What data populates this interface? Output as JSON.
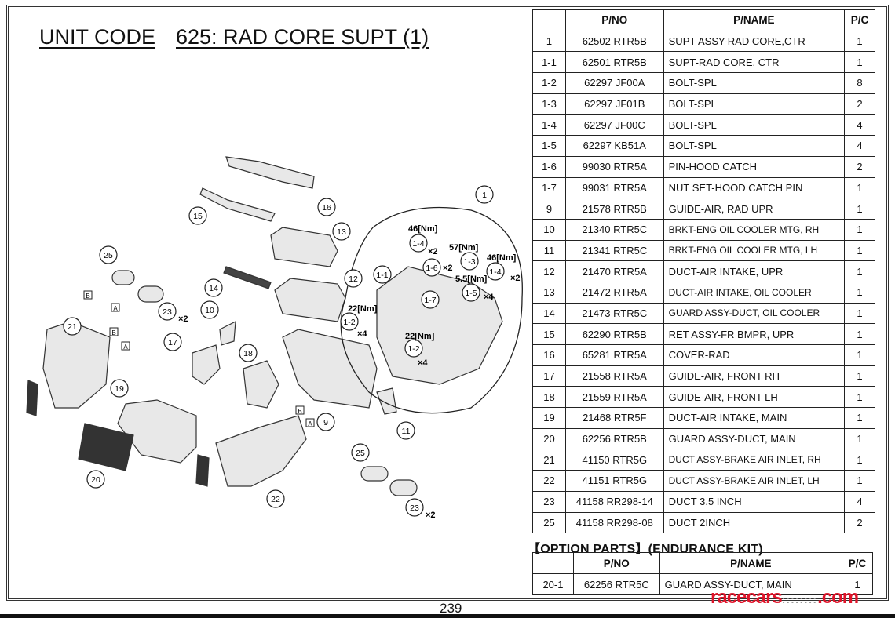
{
  "header": {
    "unit_code_label": "UNIT CODE",
    "unit_title": "625: RAD CORE SUPT (1)"
  },
  "table": {
    "columns": [
      "",
      "P/NO",
      "P/NAME",
      "P/C"
    ],
    "rows": [
      [
        "1",
        "62502 RTR5B",
        "SUPT ASSY-RAD CORE,CTR",
        "1"
      ],
      [
        "1-1",
        "62501 RTR5B",
        "SUPT-RAD CORE, CTR",
        "1"
      ],
      [
        "1-2",
        "62297 JF00A",
        "BOLT-SPL",
        "8"
      ],
      [
        "1-3",
        "62297 JF01B",
        "BOLT-SPL",
        "2"
      ],
      [
        "1-4",
        "62297 JF00C",
        "BOLT-SPL",
        "4"
      ],
      [
        "1-5",
        "62297 KB51A",
        "BOLT-SPL",
        "4"
      ],
      [
        "1-6",
        "99030 RTR5A",
        "PIN-HOOD CATCH",
        "2"
      ],
      [
        "1-7",
        "99031 RTR5A",
        "NUT SET-HOOD CATCH PIN",
        "1"
      ],
      [
        "9",
        "21578 RTR5B",
        "GUIDE-AIR, RAD UPR",
        "1"
      ],
      [
        "10",
        "21340 RTR5C",
        "BRKT-ENG OIL COOLER MTG, RH",
        "1"
      ],
      [
        "11",
        "21341 RTR5C",
        "BRKT-ENG OIL COOLER MTG, LH",
        "1"
      ],
      [
        "12",
        "21470 RTR5A",
        "DUCT-AIR INTAKE, UPR",
        "1"
      ],
      [
        "13",
        "21472 RTR5A",
        "DUCT-AIR INTAKE, OIL COOLER",
        "1"
      ],
      [
        "14",
        "21473 RTR5C",
        "GUARD ASSY-DUCT, OIL COOLER",
        "1"
      ],
      [
        "15",
        "62290 RTR5B",
        "RET ASSY-FR BMPR, UPR",
        "1"
      ],
      [
        "16",
        "65281 RTR5A",
        "COVER-RAD",
        "1"
      ],
      [
        "17",
        "21558 RTR5A",
        "GUIDE-AIR, FRONT RH",
        "1"
      ],
      [
        "18",
        "21559 RTR5A",
        "GUIDE-AIR, FRONT LH",
        "1"
      ],
      [
        "19",
        "21468 RTR5F",
        "DUCT-AIR INTAKE, MAIN",
        "1"
      ],
      [
        "20",
        "62256 RTR5B",
        "GUARD ASSY-DUCT, MAIN",
        "1"
      ],
      [
        "21",
        "41150 RTR5G",
        "DUCT ASSY-BRAKE AIR INLET, RH",
        "1"
      ],
      [
        "22",
        "41151 RTR5G",
        "DUCT ASSY-BRAKE AIR INLET, LH",
        "1"
      ],
      [
        "23",
        "41158 RR298-14",
        "DUCT 3.5 INCH",
        "4"
      ],
      [
        "25",
        "41158 RR298-08",
        "DUCT 2INCH",
        "2"
      ]
    ]
  },
  "option": {
    "title": "【OPTION PARTS】(ENDURANCE KIT)",
    "columns": [
      "",
      "P/NO",
      "P/NAME",
      "P/C"
    ],
    "rows": [
      [
        "20-1",
        "62256 RTR5C",
        "GUARD ASSY-DUCT, MAIN",
        "1"
      ]
    ]
  },
  "diagram": {
    "callouts": [
      "25",
      "15",
      "16",
      "13",
      "12",
      "14",
      "10",
      "23",
      "21",
      "17",
      "18",
      "19",
      "9",
      "11",
      "20",
      "22",
      "25",
      "23",
      "1",
      "1-4",
      "1-6",
      "1-3",
      "1-4",
      "1-1",
      "1-7",
      "1-5",
      "1-2",
      "1-2"
    ],
    "torques": [
      "46[Nm]",
      "57[Nm]",
      "46[Nm]",
      "5.5[Nm]",
      "22[Nm]",
      "22[Nm]"
    ],
    "multipliers": [
      "×2",
      "×2",
      "×2",
      "×2",
      "×2",
      "×4",
      "×4",
      "×4"
    ],
    "ref_letters": [
      "B",
      "A",
      "B",
      "A",
      "B",
      "A"
    ]
  },
  "page_number": "239",
  "watermark": {
    "brand": "racecars",
    "suffix": ".com",
    "color": "#e0142a"
  }
}
